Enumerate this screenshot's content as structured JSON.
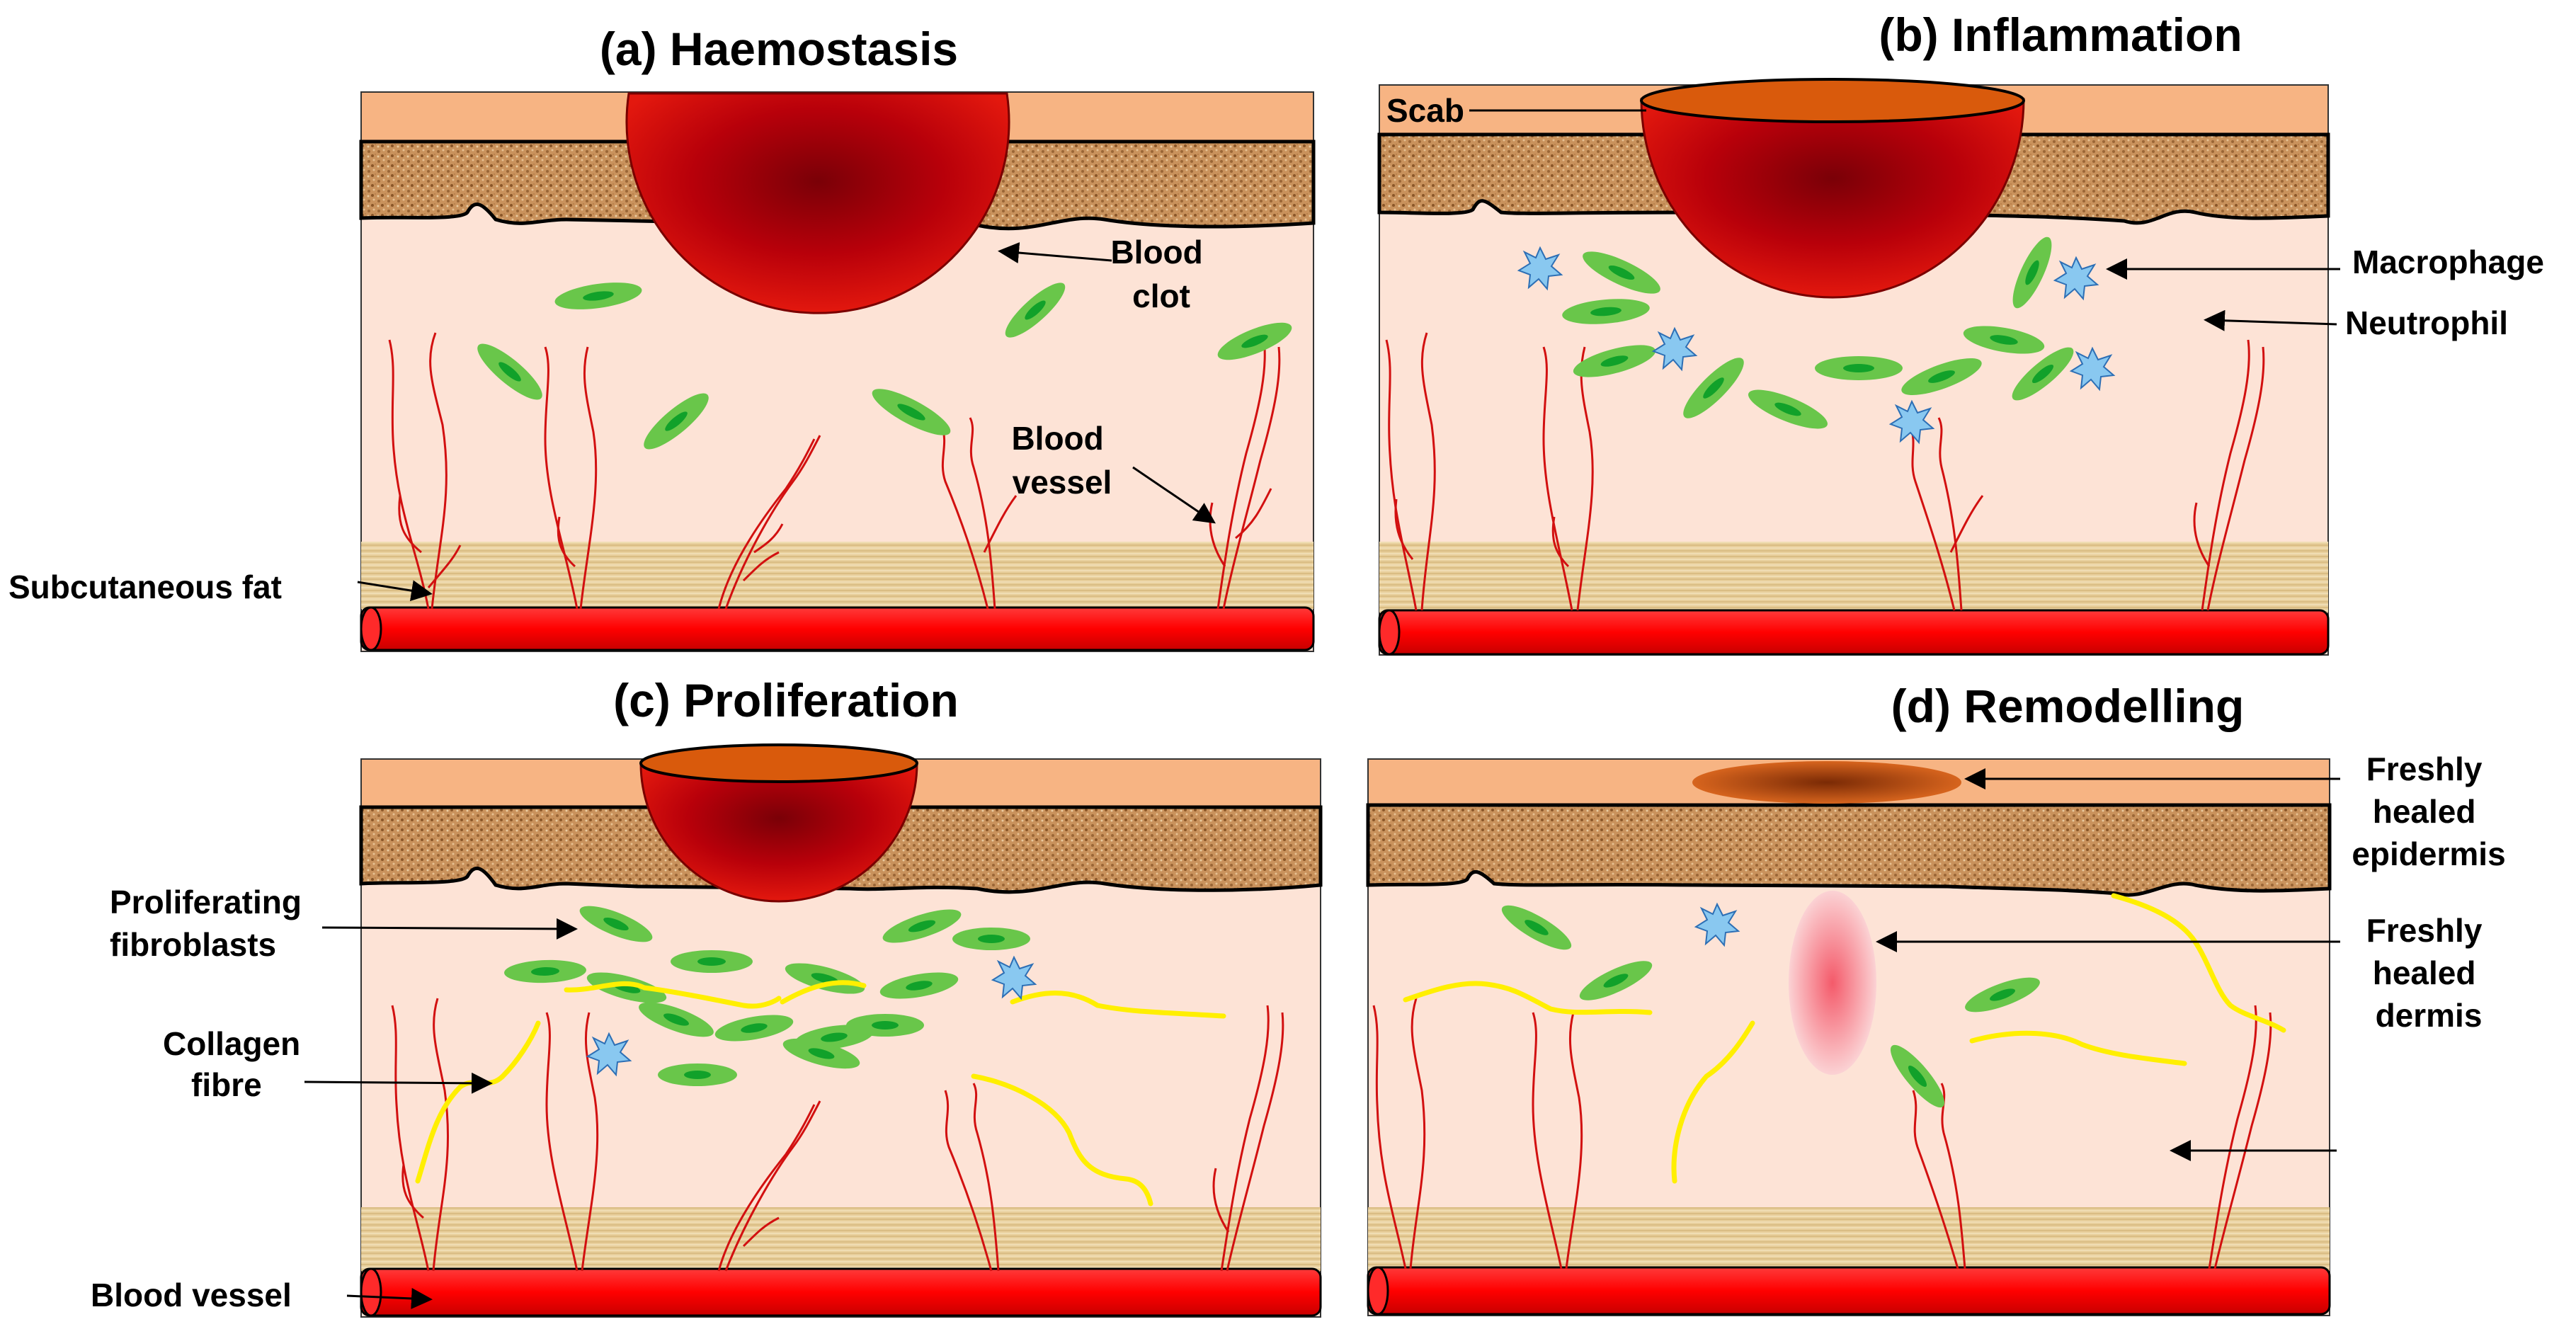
{
  "panels": [
    {
      "title": "(a) Haemostasis",
      "labels": {
        "blood_clot": [
          "Blood",
          "clot"
        ],
        "blood_vessel": [
          "Blood",
          "vessel"
        ],
        "subcutaneous_fat": "Subcutaneous fat"
      }
    },
    {
      "title": "(b) Inflammation",
      "labels": {
        "scab": "Scab",
        "macrophage": "Macrophage",
        "neutrophil": "Neutrophil"
      }
    },
    {
      "title": "(c) Proliferation",
      "labels": {
        "proliferating_fibroblasts": [
          "Proliferating",
          "fibroblasts"
        ],
        "collagen_fibre": [
          "Collagen",
          "fibre"
        ],
        "blood_vessel": "Blood vessel"
      }
    },
    {
      "title": "(d) Remodelling",
      "labels": {
        "freshly_healed_epidermis": [
          "Freshly",
          "healed",
          "epidermis"
        ],
        "freshly_healed_dermis": [
          "Freshly",
          "healed",
          "dermis"
        ]
      }
    }
  ],
  "colors": {
    "epidermis": "#f7b483",
    "dermis_texture": "#c9925c",
    "dermis_tissue": "#fde3d6",
    "subcutaneous_fat": "#e8cf9c",
    "clot": "#cc0000",
    "scab": "#d95a0c",
    "vessel": "#ff0000",
    "capillary": "#d21010",
    "cell": "#69c64a",
    "cell_nucleus": "#11a12a",
    "macrophage": "#89c8f0",
    "collagen": "#ffef00"
  }
}
